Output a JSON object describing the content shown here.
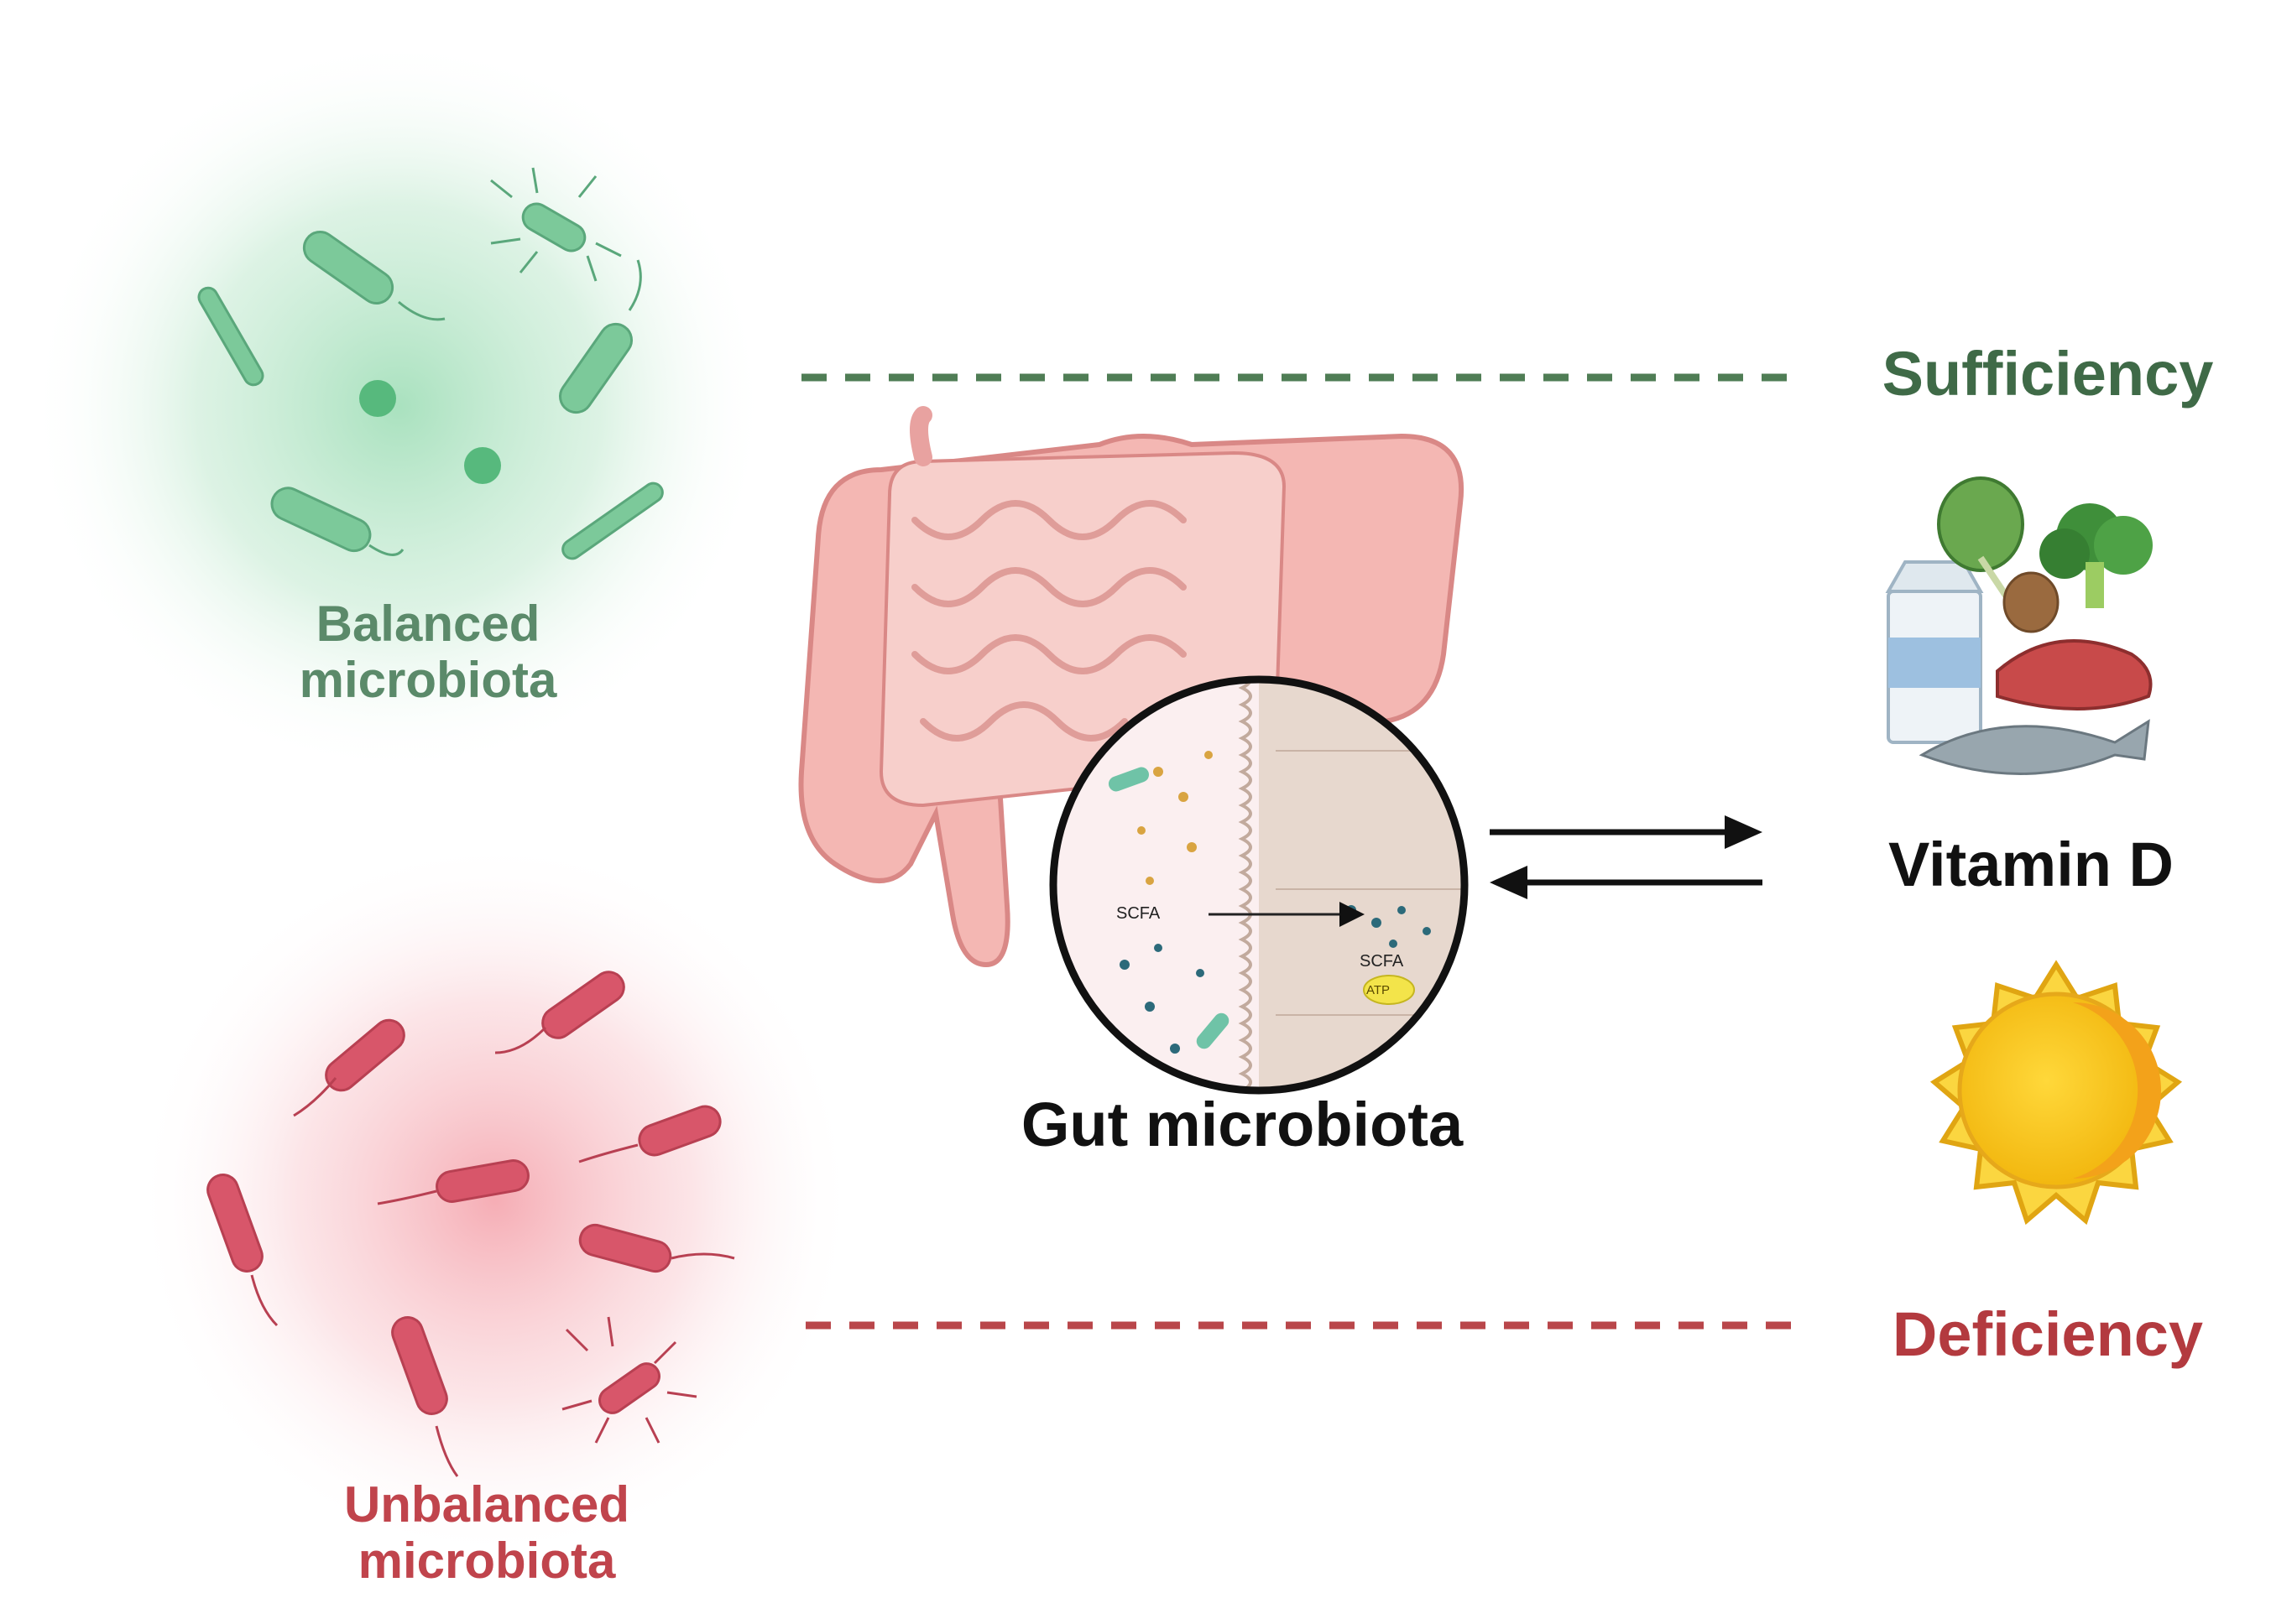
{
  "labels": {
    "balanced": "Balanced\nmicrobiota",
    "unbalanced": "Unbalanced\nmicrobiota",
    "sufficiency": "Sufficiency",
    "deficiency": "Deficiency",
    "vitamin_d": "Vitamin D",
    "gut": "Gut microbiota",
    "scfa_lumen": "SCFA",
    "scfa_cell": "SCFA",
    "atp": "ATP"
  },
  "colors": {
    "balanced_green": "#5fbf85",
    "sufficiency_green": "#3f6a47",
    "unbalanced_red": "#d0505e",
    "deficiency_red": "#b33a3f",
    "intestine_pink": "#f2a9a9",
    "sun_yellow": "#f6c51a"
  },
  "icons": [
    "bacteria-icon",
    "intestine-icon",
    "magnifier-icon",
    "food-icon",
    "sun-icon",
    "arrow-icon"
  ]
}
